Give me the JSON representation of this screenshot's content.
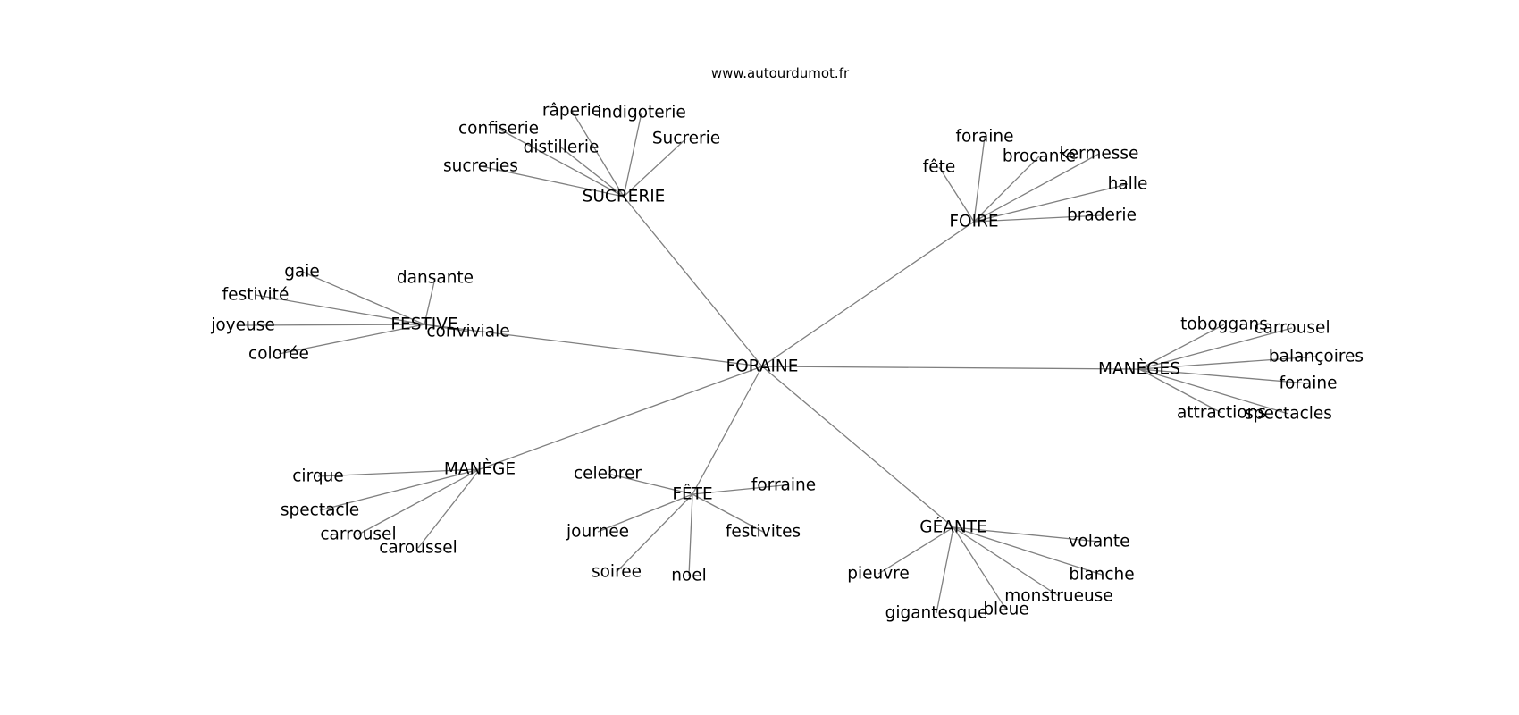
{
  "site": "www.autourdumot.fr",
  "colors": {
    "edge": "#808080",
    "text": "#000000",
    "background": "#ffffff"
  },
  "root": "FORAINE",
  "clusters": [
    {
      "id": "sucrerie",
      "hub": "SUCRERIE",
      "words": [
        "râperie",
        "indigoterie",
        "confiserie",
        "Sucrerie",
        "distillerie",
        "sucreries"
      ]
    },
    {
      "id": "foire",
      "hub": "FOIRE",
      "words": [
        "foraine",
        "brocante",
        "kermesse",
        "fête",
        "halle",
        "braderie"
      ]
    },
    {
      "id": "festive",
      "hub": "FESTIVE",
      "words": [
        "gaie",
        "dansante",
        "festivité",
        "joyeuse",
        "conviviale",
        "colorée"
      ]
    },
    {
      "id": "maneges",
      "hub": "MANÈGES",
      "words": [
        "toboggans",
        "carrousel",
        "balançoires",
        "foraine",
        "attractions",
        "spectacles"
      ]
    },
    {
      "id": "manege",
      "hub": "MANÈGE",
      "words": [
        "cirque",
        "spectacle",
        "carrousel",
        "caroussel"
      ]
    },
    {
      "id": "fete",
      "hub": "FÊTE",
      "words": [
        "celebrer",
        "forraine",
        "journee",
        "festivites",
        "soiree",
        "noel"
      ]
    },
    {
      "id": "geante",
      "hub": "GÉANTE",
      "words": [
        "volante",
        "blanche",
        "pieuvre",
        "monstrueuse",
        "bleue",
        "gigantesque"
      ]
    }
  ]
}
